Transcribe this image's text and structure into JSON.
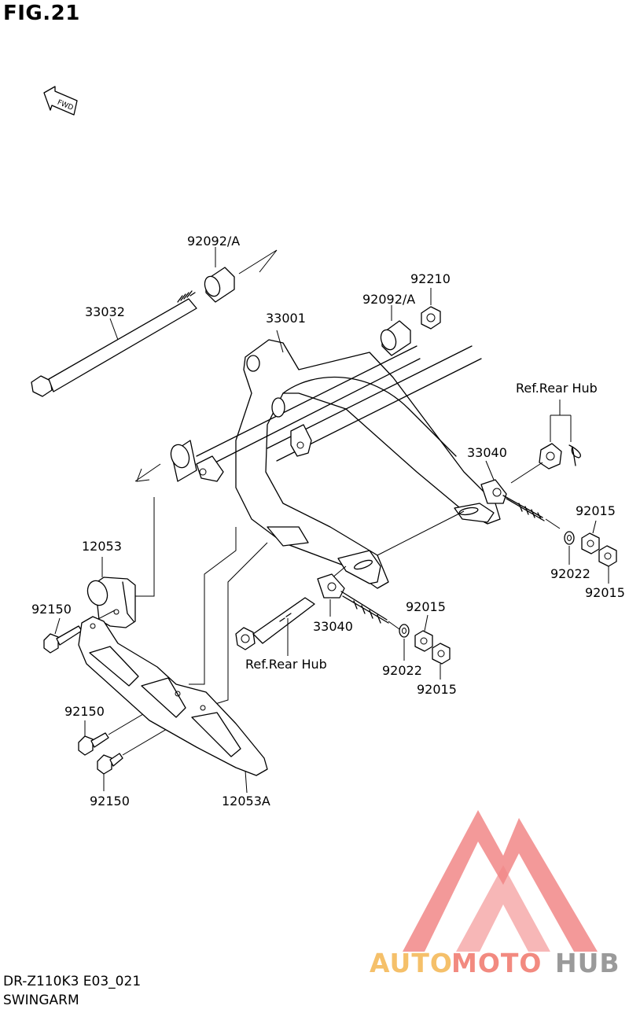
{
  "figure": {
    "title": "FIG.21",
    "model_code": "DR-Z110K3 E03_021",
    "section_name": "SWINGARM"
  },
  "direction_arrow": {
    "label": "FWD",
    "icon": "fwd-arrow-icon"
  },
  "part_labels": {
    "p33032": "33032",
    "p92092a_left": "92092/A",
    "p92092a_right": "92092/A",
    "p92210": "92210",
    "p33001": "33001",
    "ref_rear_hub_right": "Ref.Rear Hub",
    "p33040_right": "33040",
    "p92015_r1": "92015",
    "p92015_r2": "92015",
    "p92022_right": "92022",
    "p12053": "12053",
    "p92150_1": "92150",
    "p33040_left": "33040",
    "ref_rear_hub_left": "Ref.Rear Hub",
    "p92015_l1": "92015",
    "p92022_left": "92022",
    "p92015_l2": "92015",
    "p92150_2": "92150",
    "p92150_3": "92150",
    "p12053a": "12053A"
  },
  "watermark": {
    "part1": "AUTO",
    "part2": "MOTO",
    "part3": "HUB",
    "color_auto": "#f5c06a",
    "color_moto": "#f28a80",
    "color_hub": "#9a9a9a",
    "logo_color": "#f07a7a"
  }
}
